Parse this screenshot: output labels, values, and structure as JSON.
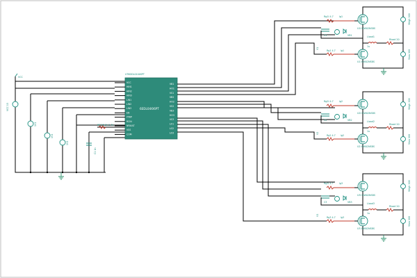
{
  "ic": {
    "part": "UT6DDL0100SPT",
    "name": "6EDL04I06PT",
    "pins_left": [
      "VCC",
      "HIN1",
      "HIN2",
      "HIN3",
      "LIN1",
      "LIN2",
      "LIN3",
      "EN",
      "ITRIP",
      "RCIN",
      "NFAULT",
      "VSS",
      "COM"
    ],
    "pins_right": [
      "VB1",
      "HO1",
      "VS1",
      "VB2",
      "HO2",
      "VS2",
      "VB3",
      "HO3",
      "VS3",
      "LO1",
      "LO2",
      "LO3"
    ]
  },
  "sources": {
    "vcc_flag": "VCC",
    "vcc_supply": "VCC 15",
    "source_2": "1V1",
    "source_3": "1V1",
    "source_4": "1V1",
    "rc_res": "RRCIN 2k 2.7k",
    "rc_cap": "C1 1n"
  },
  "stages": [
    {
      "rg_high": "Rg1I 4.7",
      "lg_high": "lg1",
      "rg_low": "Rg1 4.7",
      "lg_low": "lg1",
      "cboot": "C1",
      "diode": "VB1",
      "vboot": "V1",
      "load": "Lload1",
      "load_val": "1u",
      "rload": "Rload 20",
      "mos_high": "U1I ISW02NSBS",
      "mos_low": "U1 ISW02NSBS",
      "vhigh": "Vhigh 300",
      "vlow": "Vlow 300"
    },
    {
      "rg_high": "Rg2I 4.7",
      "lg_high": "lg2",
      "rg_low": "Rg2 4.7",
      "lg_low": "lg2",
      "cboot": "C2",
      "diode": "VB2",
      "vboot": "V2",
      "load": "Lload2",
      "load_val": "1u",
      "rload": "Rload 20",
      "mos_high": "U2I ISW02NSBS",
      "mos_low": "U2 ISW02NSBS",
      "vhigh": "Vhigh 300",
      "vlow": "Vlow 300"
    },
    {
      "rg_high": "Rg3I 4.7",
      "lg_high": "lg3",
      "rg_low": "Rg3 4.7",
      "lg_low": "lg3",
      "cboot": "C3",
      "diode": "VB3",
      "vboot": "V3",
      "load": "Lload3",
      "load_val": "1u",
      "rload": "Rload 20",
      "mos_high": "U3I ISW02NSBS",
      "mos_low": "U3 ISW02NSBS",
      "vhigh": "Vhigh 300",
      "vlow": "Vlow 300"
    }
  ]
}
